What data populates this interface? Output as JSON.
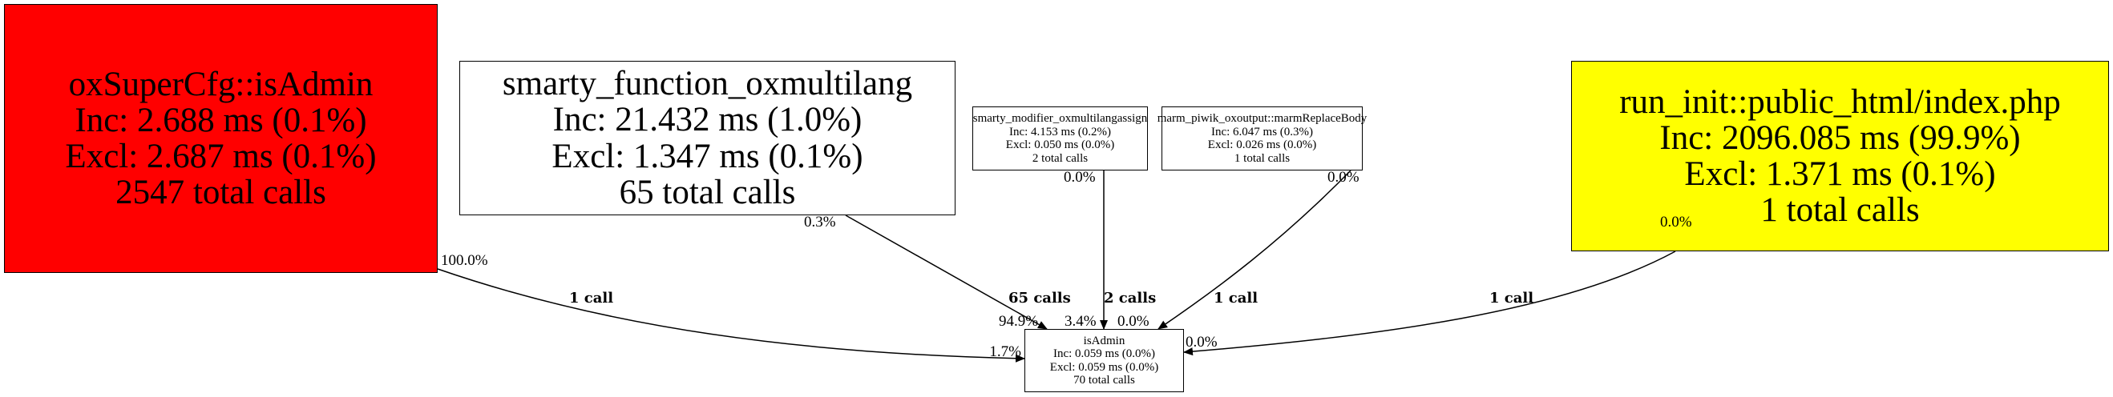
{
  "colors": {
    "red": "#ff0000",
    "yellow": "#ffff00",
    "white": "#ffffff"
  },
  "nodes": [
    {
      "id": "oxsupercfg-isadmin",
      "name": "oxSuperCfg::isAdmin",
      "inc": "Inc: 2.688 ms (0.1%)",
      "excl": "Excl: 2.687 ms (0.1%)",
      "calls": "2547 total calls",
      "color": "#ff0000"
    },
    {
      "id": "smarty-function-oxmultilang",
      "name": "smarty_function_oxmultilang",
      "inc": "Inc: 21.432 ms (1.0%)",
      "excl": "Excl: 1.347 ms (0.1%)",
      "calls": "65 total calls",
      "color": "#ffffff"
    },
    {
      "id": "smarty-modifier-oxmultilangassign",
      "name": "smarty_modifier_oxmultilangassign",
      "inc": "Inc: 4.153 ms (0.2%)",
      "excl": "Excl: 0.050 ms (0.0%)",
      "calls": "2 total calls",
      "color": "#ffffff"
    },
    {
      "id": "marm-piwik-marmreplacebody",
      "name": "marm_piwik_oxoutput::marmReplaceBody",
      "inc": "Inc: 6.047 ms (0.3%)",
      "excl": "Excl: 0.026 ms (0.0%)",
      "calls": "1 total calls",
      "color": "#ffffff"
    },
    {
      "id": "run-init-index-php",
      "name": "run_init::public_html/index.php",
      "inc": "Inc: 2096.085 ms (99.9%)",
      "excl": "Excl: 1.371 ms (0.1%)",
      "calls": "1 total calls",
      "color": "#ffff00"
    },
    {
      "id": "isadmin",
      "name": "isAdmin",
      "inc": "Inc: 0.059 ms (0.0%)",
      "excl": "Excl: 0.059 ms (0.0%)",
      "calls": "70 total calls",
      "color": "#ffffff"
    }
  ],
  "edges": [
    {
      "from": "oxSuperCfg::isAdmin",
      "calls": "1 call",
      "tail_pct": "100.0%",
      "head_pct": "1.7%"
    },
    {
      "from": "smarty_function_oxmultilang",
      "calls": "65 calls",
      "tail_pct": "0.3%",
      "head_pct": "94.9%"
    },
    {
      "from": "smarty_modifier_oxmultilangassign",
      "calls": "2 calls",
      "tail_pct": "0.0%",
      "head_pct": "3.4%"
    },
    {
      "from": "marm_piwik_oxoutput::marmReplaceBody",
      "calls": "1 call",
      "tail_pct": "0.0%",
      "head_pct": "0.0%"
    },
    {
      "from": "run_init::public_html/index.php",
      "calls": "1 call",
      "tail_pct": "0.0%",
      "head_pct": "0.0%"
    }
  ]
}
